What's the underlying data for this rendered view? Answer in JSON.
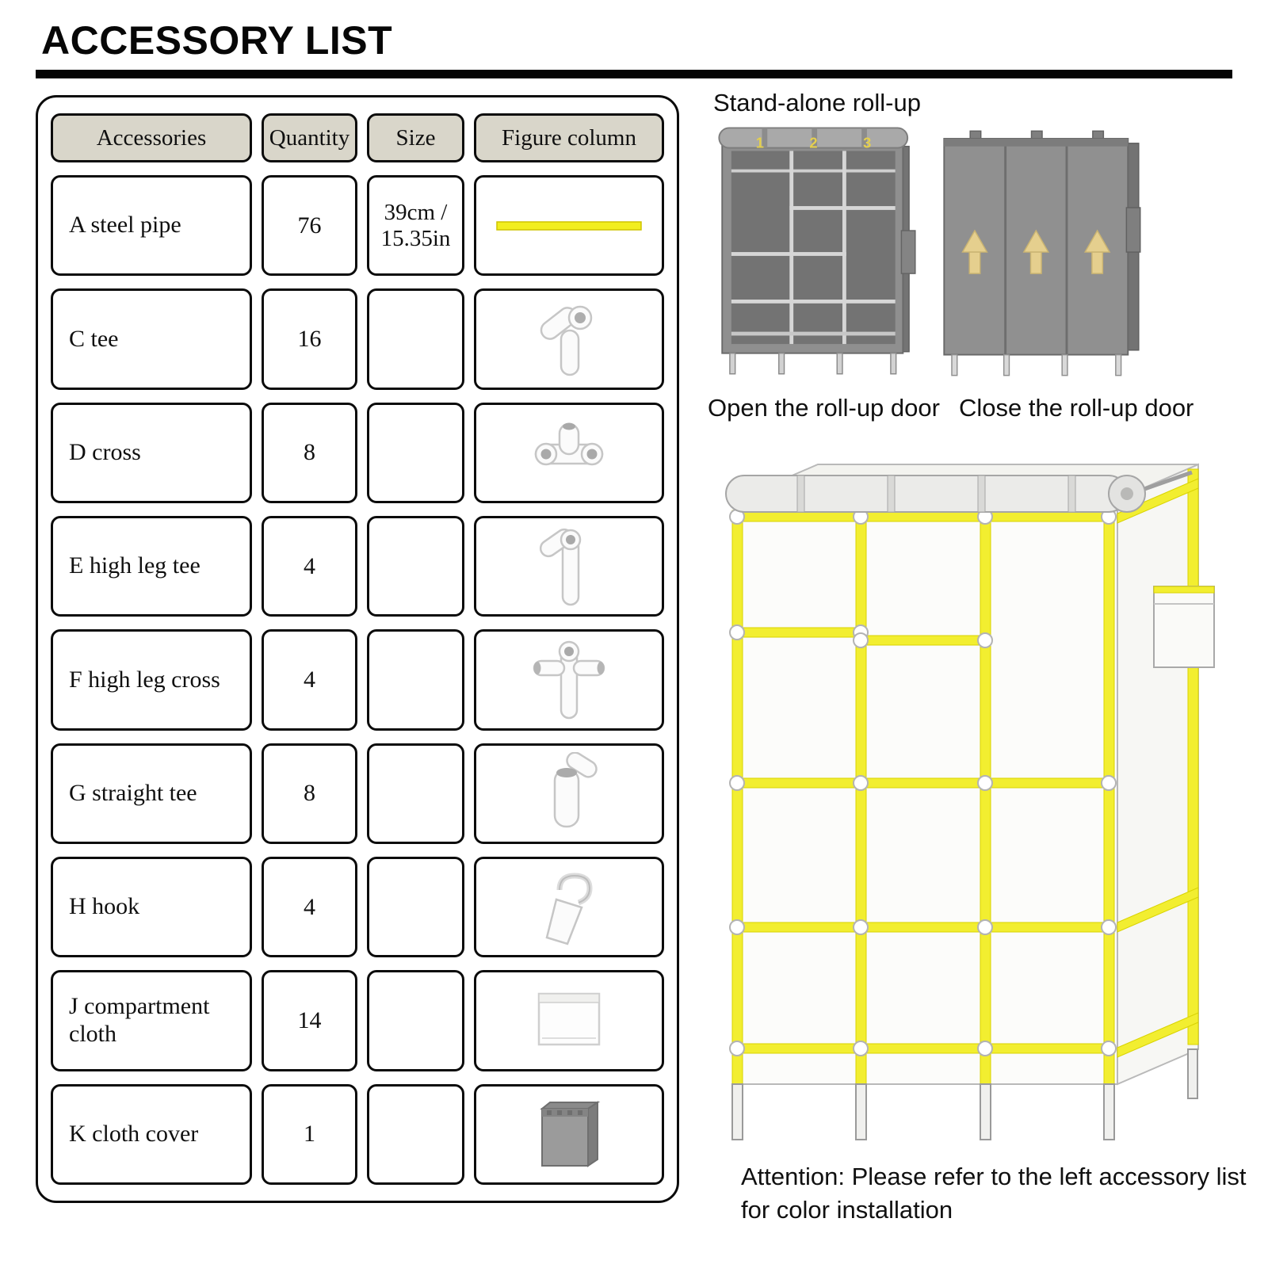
{
  "page": {
    "title": "ACCESSORY LIST"
  },
  "table": {
    "headers": [
      "Accessories",
      "Quantity",
      "Size",
      "Figure column"
    ],
    "rows": [
      {
        "name": "A steel pipe",
        "quantity": "76",
        "size": "39cm / 15.35in",
        "figure": "steel-pipe-icon"
      },
      {
        "name": "C tee",
        "quantity": "16",
        "size": "",
        "figure": "tee-connector-icon"
      },
      {
        "name": "D cross",
        "quantity": "8",
        "size": "",
        "figure": "cross-connector-icon"
      },
      {
        "name": "E high leg tee",
        "quantity": "4",
        "size": "",
        "figure": "high-leg-tee-icon"
      },
      {
        "name": "F high leg cross",
        "quantity": "4",
        "size": "",
        "figure": "high-leg-cross-icon"
      },
      {
        "name": "G straight tee",
        "quantity": "8",
        "size": "",
        "figure": "straight-tee-icon"
      },
      {
        "name": "H hook",
        "quantity": "4",
        "size": "",
        "figure": "hook-icon"
      },
      {
        "name": "J compartment cloth",
        "quantity": "14",
        "size": "",
        "figure": "compartment-cloth-icon"
      },
      {
        "name": "K cloth cover",
        "quantity": "1",
        "size": "",
        "figure": "cloth-cover-icon"
      }
    ]
  },
  "illustrations": {
    "standalone_label": "Stand-alone roll-up",
    "open_caption": "Open the roll-up door",
    "close_caption": "Close the roll-up door",
    "panel_numbers": [
      "1",
      "2",
      "3"
    ],
    "attention": "Attention: Please refer to the left accessory list for color installation",
    "colors": {
      "pipe_yellow": "#f2ee30",
      "wardrobe_grey": "#8f8f8f",
      "arrow_yellow": "#e5cf8e",
      "header_fill": "#d9d6ca"
    }
  }
}
